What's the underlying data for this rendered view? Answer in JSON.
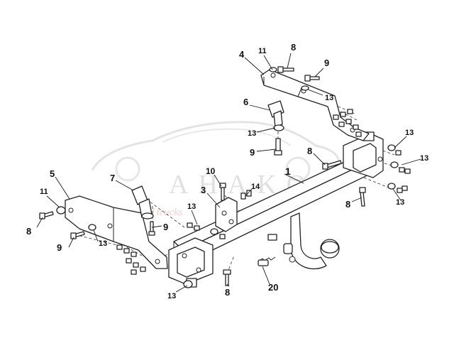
{
  "watermark": {
    "brand": "AHAKO",
    "tagline": "pick-up and trucks",
    "brand_color": "#c8c8c8",
    "tagline_color": "#e4a8a8"
  },
  "callouts": [
    {
      "id": "c-1",
      "label": "1"
    },
    {
      "id": "c-3",
      "label": "3"
    },
    {
      "id": "c-4",
      "label": "4"
    },
    {
      "id": "c-5",
      "label": "5"
    },
    {
      "id": "c-6",
      "label": "6"
    },
    {
      "id": "c-7",
      "label": "7"
    },
    {
      "id": "c-8a",
      "label": "8"
    },
    {
      "id": "c-8b",
      "label": "8"
    },
    {
      "id": "c-8c",
      "label": "8"
    },
    {
      "id": "c-8d",
      "label": "8"
    },
    {
      "id": "c-8e",
      "label": "8"
    },
    {
      "id": "c-9a",
      "label": "9"
    },
    {
      "id": "c-9b",
      "label": "9"
    },
    {
      "id": "c-9c",
      "label": "9"
    },
    {
      "id": "c-9d",
      "label": "9"
    },
    {
      "id": "c-10",
      "label": "10"
    },
    {
      "id": "c-11a",
      "label": "11"
    },
    {
      "id": "c-11b",
      "label": "11"
    },
    {
      "id": "c-13a",
      "label": "13"
    },
    {
      "id": "c-13b",
      "label": "13"
    },
    {
      "id": "c-13c",
      "label": "13"
    },
    {
      "id": "c-13d",
      "label": "13"
    },
    {
      "id": "c-13e",
      "label": "13"
    },
    {
      "id": "c-13f",
      "label": "13"
    },
    {
      "id": "c-13g",
      "label": "13"
    },
    {
      "id": "c-13h",
      "label": "13"
    },
    {
      "id": "c-14",
      "label": "14"
    },
    {
      "id": "c-20",
      "label": "20"
    }
  ]
}
